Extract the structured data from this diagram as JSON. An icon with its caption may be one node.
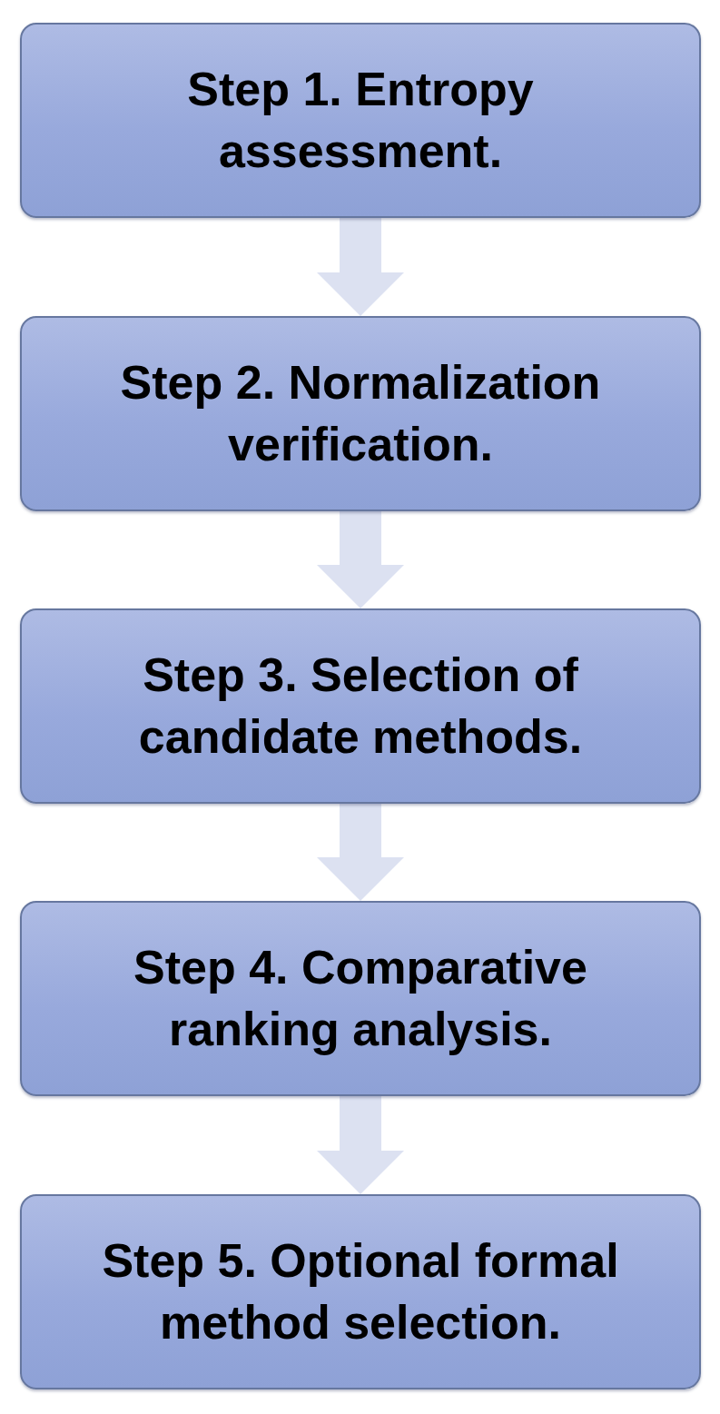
{
  "diagram": {
    "nodes": [
      {
        "text": [
          "Step 1. Entropy assessment."
        ]
      },
      {
        "text": [
          "Step 2. Normalization verification."
        ]
      },
      {
        "text": [
          "Step 3. Selection of candidate methods."
        ]
      },
      {
        "text": [
          "Step 4. Comparative ranking analysis."
        ]
      },
      {
        "text": [
          "Step 5. Optional formal method selection."
        ]
      }
    ],
    "edges": [
      {
        "from": 0,
        "to": 1,
        "arrow": "to"
      },
      {
        "from": 1,
        "to": 2,
        "arrow": "to"
      },
      {
        "from": 2,
        "to": 3,
        "arrow": "to"
      },
      {
        "from": 3,
        "to": 4,
        "arrow": "to"
      }
    ]
  }
}
